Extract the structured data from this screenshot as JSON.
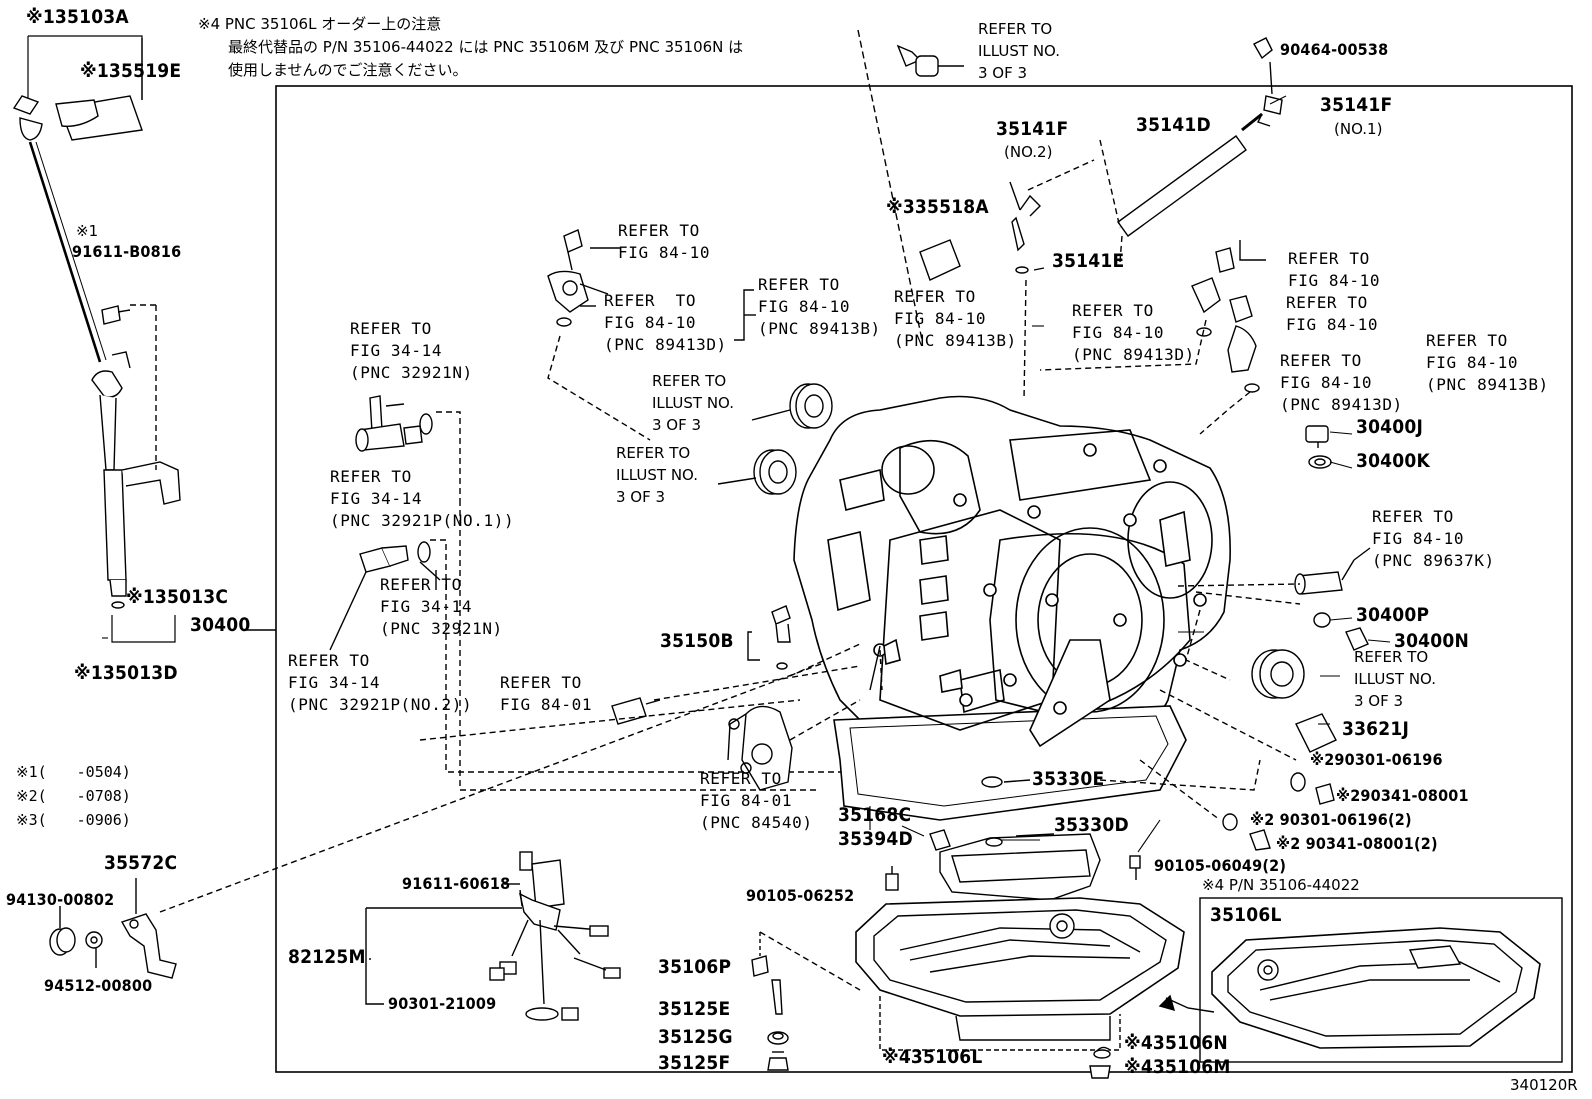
{
  "header_note": {
    "line1": "※4 PNC 35106L オーダー上の注意",
    "line2": "最終代替品の P/N 35106-44022 には PNC 35106M 及び PNC 35106N は",
    "line3": "使用しませんのでご注意ください。"
  },
  "legend": {
    "item1": "※1(　　-0504)",
    "item2": "※2(　　-0708)",
    "item3": "※3(　　-0906)"
  },
  "figure_id": "340120R",
  "p4_note": "※4 P/N 35106-44022",
  "parts": {
    "p35103A": "※135103A",
    "p35519E": "※135519E",
    "p91611B0816_mark": "※1",
    "p91611B0816": "91611-B0816",
    "p35013C": "※135013C",
    "p30400": "30400",
    "p35013D": "※135013D",
    "p35572C": "35572C",
    "p9413000802": "94130-00802",
    "p9451200800": "94512-00800",
    "p9046400538": "90464-00538",
    "p35141F_no1": "35141F",
    "no1": "(NO.1)",
    "p35141F_no2": "35141F",
    "no2": "(NO.2)",
    "p35141D": "35141D",
    "p35518A": "※335518A",
    "p35141E": "35141E",
    "p30400J": "30400J",
    "p30400K": "30400K",
    "p30400P": "30400P",
    "p30400N": "30400N",
    "p33621J": "33621J",
    "p9030106196a": "※290301-06196",
    "p9034108001a": "※290341-08001",
    "p9030106196b": "※2 90301-06196(2)",
    "p9034108001b": "※2 90341-08001(2)",
    "p35150B": "35150B",
    "p35168C": "35168C",
    "p35394D": "35394D",
    "p35330E": "35330E",
    "p35330D": "35330D",
    "p9010506049": "90105-06049(2)",
    "p9161160618": "91611-60618",
    "p82125M": "82125M",
    "p9030121009": "90301-21009",
    "p9010506252": "90105-06252",
    "p35106P": "35106P",
    "p35125E": "35125E",
    "p35125G": "35125G",
    "p35125F": "35125F",
    "p35106L": "※435106L",
    "p35106L_b": "35106L",
    "p35106N": "※435106N",
    "p35106M": "※435106M"
  },
  "refs": {
    "r_top": "REFER TO\nILLUST NO.\n3 OF 3",
    "r_8410_a": "REFER TO\nFIG 84-10",
    "r_8410_b": "REFER TO\nFIG 84-10\n(PNC 89413B)",
    "r_8410_c": "REFER  TO\nFIG 84-10\n(PNC 89413D)",
    "r_8410_d": "REFER TO\nFIG 84-10\n(PNC 89413B)",
    "r_8410_e": "REFER TO\nFIG 84-10\n(PNC 89413D)",
    "r_8410_f": "REFER TO\nFIG 84-10",
    "r_8410_g": "REFER TO\nFIG 84-10",
    "r_8410_h": "REFER TO\nFIG 84-10\n(PNC 89413B)",
    "r_8410_i": "REFER TO\nFIG 84-10\n(PNC 89413D)",
    "r_8410_k": "REFER TO\nFIG 84-10\n(PNC 89637K)",
    "r_ill_1": "REFER TO\nILLUST NO.\n3 OF 3",
    "r_ill_2": "REFER TO\nILLUST NO.\n3 OF 3",
    "r_ill_3": "REFER TO\nILLUST NO.\n3 OF 3",
    "r_3414_n1": "REFER TO\nFIG 34-14\n(PNC 32921N)",
    "r_3414_p1": "REFER TO\nFIG 34-14\n(PNC 32921P(NO.1))",
    "r_3414_n2": "REFER TO\nFIG 34-14\n(PNC 32921N)",
    "r_3414_p2": "REFER TO\nFIG 34-14\n(PNC 32921P(NO.2))",
    "r_8401_a": "REFER TO\nFIG 84-01",
    "r_8401_b": "REFER TO\nFIG 84-01\n(PNC 84540)"
  }
}
